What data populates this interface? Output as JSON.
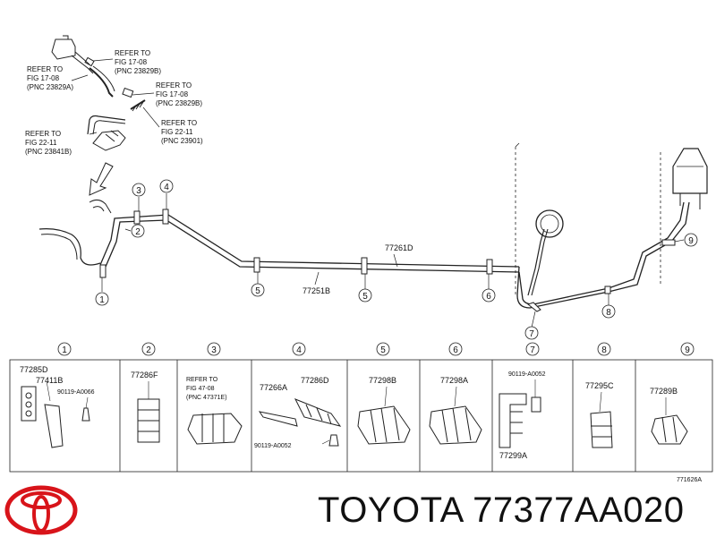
{
  "callouts": {
    "c1": [
      "REFER TO",
      "FIG 17-08",
      "(PNC 23829B)"
    ],
    "c2": [
      "REFER TO",
      "FIG 17-08",
      "(PNC 23829A)"
    ],
    "c3": [
      "REFER TO",
      "FIG 17-08",
      "(PNC 23829B)"
    ],
    "c4": [
      "REFER TO",
      "FIG 22-11",
      "(PNC 23901)"
    ],
    "c5": [
      "REFER TO",
      "FIG 22-11",
      "(PNC 23841B)"
    ]
  },
  "markers": [
    "1",
    "2",
    "3",
    "4",
    "5",
    "5",
    "6",
    "7",
    "8",
    "9"
  ],
  "pipe_labels": {
    "p1": "77261D",
    "p2": "77251B"
  },
  "table": {
    "headers": [
      "1",
      "2",
      "3",
      "4",
      "5",
      "6",
      "7",
      "8",
      "9"
    ],
    "cells": {
      "c1": [
        "77285D",
        "77411B",
        "90119-A0066"
      ],
      "c2": [
        "77286F"
      ],
      "c3": [
        "REFER TO",
        "FIG 47-08",
        "(PNC 47371E)"
      ],
      "c4": [
        "77266A",
        "77286D",
        "90119-A0052"
      ],
      "c5": [
        "77298B"
      ],
      "c6": [
        "77298A"
      ],
      "c7": [
        "90119-A0052",
        "77299A"
      ],
      "c8": [
        "77295C"
      ],
      "c9": [
        "77289B"
      ]
    }
  },
  "figure_code": "771626A",
  "brand_line": "TOYOTA 77377AA020",
  "colors": {
    "logo": "#d8141a",
    "ink": "#222222"
  },
  "icons": [
    "toyota-logo-icon"
  ]
}
